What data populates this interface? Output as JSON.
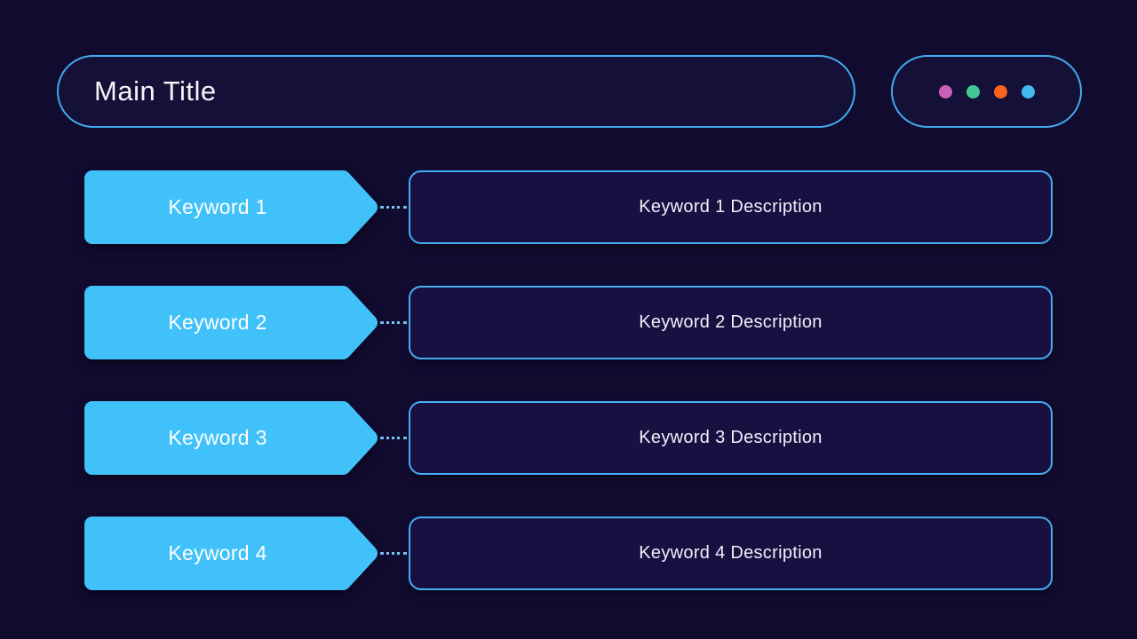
{
  "header": {
    "title": "Main Title",
    "dots": [
      {
        "name": "pink-dot",
        "color": "#c95fb7"
      },
      {
        "name": "green-dot",
        "color": "#43c795"
      },
      {
        "name": "orange-dot",
        "color": "#f9641d"
      },
      {
        "name": "blue-dot",
        "color": "#41b9f0"
      }
    ]
  },
  "rows": [
    {
      "keyword": "Keyword 1",
      "description": "Keyword 1 Description"
    },
    {
      "keyword": "Keyword 2",
      "description": "Keyword 2 Description"
    },
    {
      "keyword": "Keyword 3",
      "description": "Keyword 3 Description"
    },
    {
      "keyword": "Keyword 4",
      "description": "Keyword 4 Description"
    }
  ],
  "colors": {
    "background": "#110b30",
    "panel_fill": "#171040",
    "outline_blue": "#42abf0",
    "tag_blue": "#41c1fa",
    "text_white": "#f4f4f8"
  }
}
